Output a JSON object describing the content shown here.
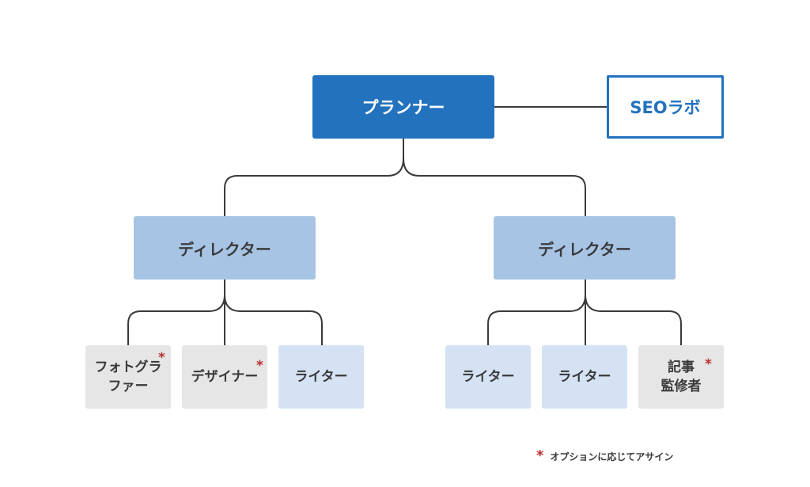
{
  "diagram": {
    "planner": {
      "label": "プランナー"
    },
    "seo_lab": {
      "label": "SEOラボ"
    },
    "directors": [
      {
        "label": "ディレクター"
      },
      {
        "label": "ディレクター"
      }
    ],
    "left_team": [
      {
        "label": "フォトグラ\nファー",
        "optional": true
      },
      {
        "label": "デザイナー",
        "optional": true
      },
      {
        "label": "ライター",
        "optional": false
      }
    ],
    "right_team": [
      {
        "label": "ライター",
        "optional": false
      },
      {
        "label": "ライター",
        "optional": false
      },
      {
        "label": "記事\n監修者",
        "optional": true
      }
    ],
    "legend": {
      "marker": "*",
      "text": "オプションに応じてアサイン"
    }
  },
  "colors": {
    "planner_fill": "#2372be",
    "director_fill": "#a8c4e4",
    "writer_fill": "#d4e2f3",
    "option_fill": "#e6e6e6",
    "connector": "#3a3a3a",
    "option_marker": "#b8312f"
  }
}
